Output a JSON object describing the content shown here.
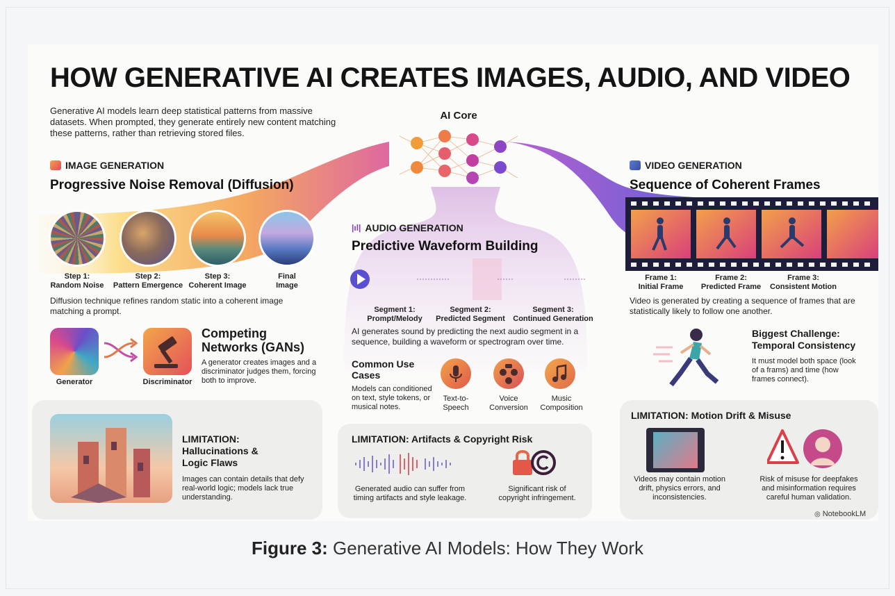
{
  "title": "HOW GENERATIVE AI CREATES IMAGES, AUDIO, AND VIDEO",
  "intro": "Generative AI models learn deep statistical patterns from massive datasets. When prompted, they generate entirely new content matching these patterns, rather than retrieving stored files.",
  "core": {
    "label": "AI Core"
  },
  "image": {
    "heading": "IMAGE GENERATION",
    "subtitle": "Progressive Noise Removal (Diffusion)",
    "steps": [
      {
        "line1": "Step 1:",
        "line2": "Random Noise"
      },
      {
        "line1": "Step 2:",
        "line2": "Pattern Emergence"
      },
      {
        "line1": "Step 3:",
        "line2": "Coherent Image"
      },
      {
        "line1": "Final",
        "line2": "Image"
      }
    ],
    "diffusion_desc": "Diffusion technique refines random static into a coherent image matching a prompt.",
    "gan": {
      "title_line1": "Competing",
      "title_line2": "Networks (GANs)",
      "desc": "A generator creates images and a discriminator judges them, forcing both to improve.",
      "generator_label": "Generator",
      "discriminator_label": "Discriminator"
    },
    "limitation": {
      "title_line1": "LIMITATION:",
      "title_line2": "Hallucinations &",
      "title_line3": "Logic Flaws",
      "desc": "Images can contain details that defy real-world logic; models lack true understanding."
    }
  },
  "audio": {
    "heading": "AUDIO GENERATION",
    "subtitle": "Predictive Waveform Building",
    "segments": [
      {
        "line1": "Segment 1:",
        "line2": "Prompt/Melody"
      },
      {
        "line1": "Segment 2:",
        "line2": "Predicted Segment"
      },
      {
        "line1": "Segment 3:",
        "line2": "Continued Generation"
      }
    ],
    "desc": "AI generates sound by predicting the next audio segment in a sequence, building a waveform or spectrogram over time.",
    "use_cases": {
      "title_line1": "Common Use",
      "title_line2": "Cases",
      "desc": "Models can conditioned on text, style tokens, or musical notes.",
      "items": [
        {
          "line1": "Text-to-",
          "line2": "Speech"
        },
        {
          "line1": "Voice",
          "line2": "Conversion"
        },
        {
          "line1": "Music",
          "line2": "Composition"
        }
      ]
    },
    "limitation": {
      "title": "LIMITATION: Artifacts & Copyright Risk",
      "left_desc": "Generated audio can suffer from timing artifacts and style leakage.",
      "right_desc": "Significant risk of copyright infringement."
    }
  },
  "video": {
    "heading": "VIDEO GENERATION",
    "subtitle": "Sequence of Coherent Frames",
    "frames": [
      {
        "line1": "Frame 1:",
        "line2": "Initial Frame"
      },
      {
        "line1": "Frame 2:",
        "line2": "Predicted Frame"
      },
      {
        "line1": "Frame 3:",
        "line2": "Consistent Motion"
      }
    ],
    "desc": "Video is generated by creating a sequence of frames that are statistically likely to follow one another.",
    "challenge": {
      "title_line1": "Biggest Challenge:",
      "title_line2": "Temporal Consistency",
      "desc": "It must model both space (look of a frams) and time (how frames connect)."
    },
    "limitation": {
      "title": "LIMITATION: Motion Drift & Misuse",
      "left_desc": "Videos may contain motion drift, physics errors, and inconsistencies.",
      "right_desc": "Risk of misuse for deepfakes and misinformation requires careful human validation."
    }
  },
  "watermark": "NotebookLM",
  "caption": {
    "bold": "Figure 3:",
    "text": "Generative AI Models: How They Work"
  },
  "colors": {
    "orange": "#f28b2c",
    "magenta": "#d63a8a",
    "purple": "#7a3fc9",
    "blue": "#3d5fcc"
  }
}
